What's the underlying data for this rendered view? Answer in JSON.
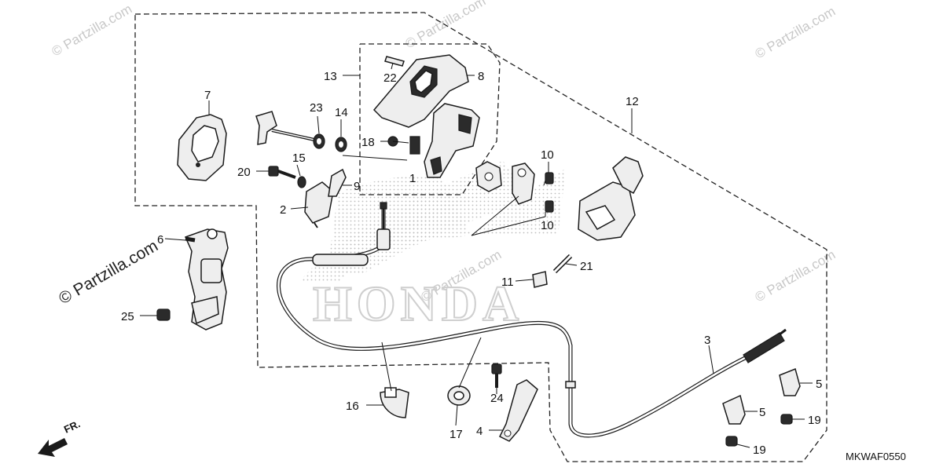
{
  "diagram_code": "MKWAF0550",
  "front_indicator": "FR.",
  "watermarks": {
    "large": "© Partzilla.com",
    "small": "© Partzilla.com"
  },
  "brand_watermark": "HONDA",
  "callouts": {
    "c1": "1",
    "c2": "2",
    "c3": "3",
    "c4": "4",
    "c5a": "5",
    "c5b": "5",
    "c6": "6",
    "c7": "7",
    "c8": "8",
    "c9": "9",
    "c10a": "10",
    "c10b": "10",
    "c11": "11",
    "c12": "12",
    "c13": "13",
    "c14": "14",
    "c15": "15",
    "c16": "16",
    "c17": "17",
    "c18": "18",
    "c19a": "19",
    "c19b": "19",
    "c20": "20",
    "c21": "21",
    "c22": "22",
    "c23": "23",
    "c24": "24",
    "c25": "25"
  }
}
